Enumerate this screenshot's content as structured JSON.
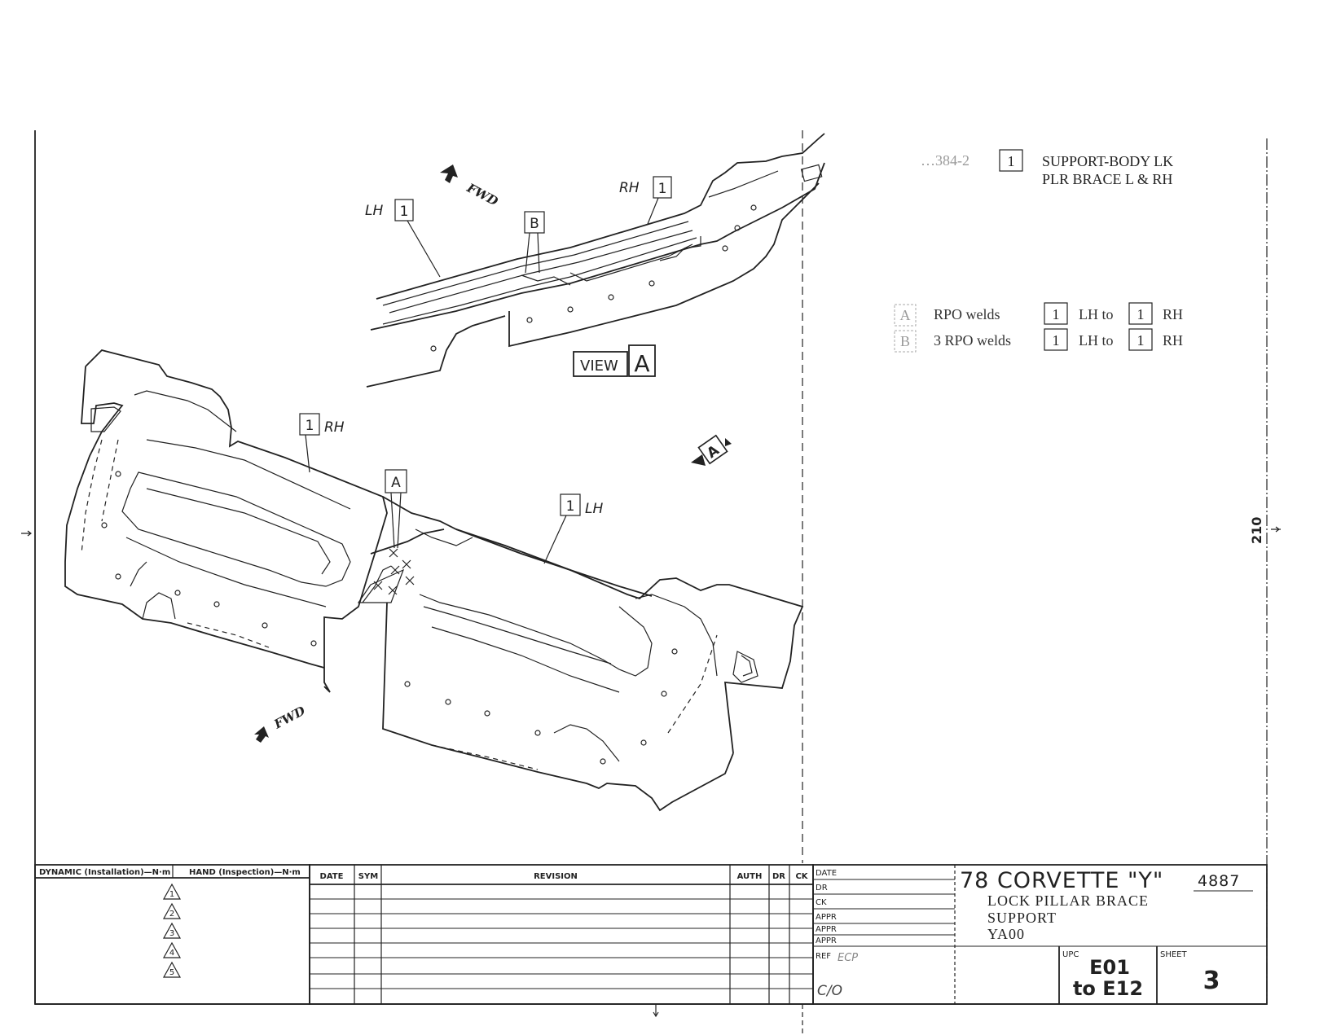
{
  "part_list": {
    "part_no": "1",
    "line1": "SUPPORT-BODY LK",
    "line2": "PLR BRACE L & RH"
  },
  "weld_notes": [
    {
      "callout": "A",
      "text": "RPO welds",
      "from_part": "1",
      "from_side": "LH to",
      "to_part": "1",
      "to_side": "RH"
    },
    {
      "callout": "B",
      "text": "3 RPO welds",
      "from_part": "1",
      "from_side": "LH to",
      "to_part": "1",
      "to_side": "RH"
    }
  ],
  "view_a": {
    "label": "VIEW",
    "letter": "A",
    "lh_callout": "LH",
    "lh_part": "1",
    "rh_callout": "RH",
    "rh_part": "1",
    "weld_callout": "B",
    "fwd": "FWD"
  },
  "main_view": {
    "rh_part": "1",
    "rh_callout": "RH",
    "lh_part": "1",
    "lh_callout": "LH",
    "weld_callout": "A",
    "view_arrow": "A",
    "fwd": "FWD"
  },
  "side_number": "210",
  "torque_table": {
    "dynamic_header": "DYNAMIC (Installation)—N·m",
    "hand_header": "HAND (Inspection)—N·m",
    "rows": [
      "1",
      "2",
      "3",
      "4",
      "5"
    ]
  },
  "revision_table": {
    "headers": [
      "DATE",
      "SYM",
      "REVISION",
      "AUTH",
      "DR",
      "CK"
    ]
  },
  "title_block": {
    "labels": [
      "DATE",
      "DR",
      "CK",
      "APPR",
      "APPR",
      "APPR"
    ],
    "ref_label": "REF",
    "ref_value": "ECP",
    "co_value": "C/O",
    "title": "78 CORVETTE \"Y\"",
    "drawing_no": "4887",
    "desc1": "LOCK PILLAR BRACE",
    "desc2": "SUPPORT",
    "desc3": "YA00",
    "upc_label": "UPC",
    "upc_value1": "E01",
    "upc_value2": "to E12",
    "sheet_label": "SHEET",
    "sheet_value": "3"
  },
  "colors": {
    "ink": "#222222",
    "paper": "#ffffff",
    "faint_ink": "#9a9a9a"
  }
}
